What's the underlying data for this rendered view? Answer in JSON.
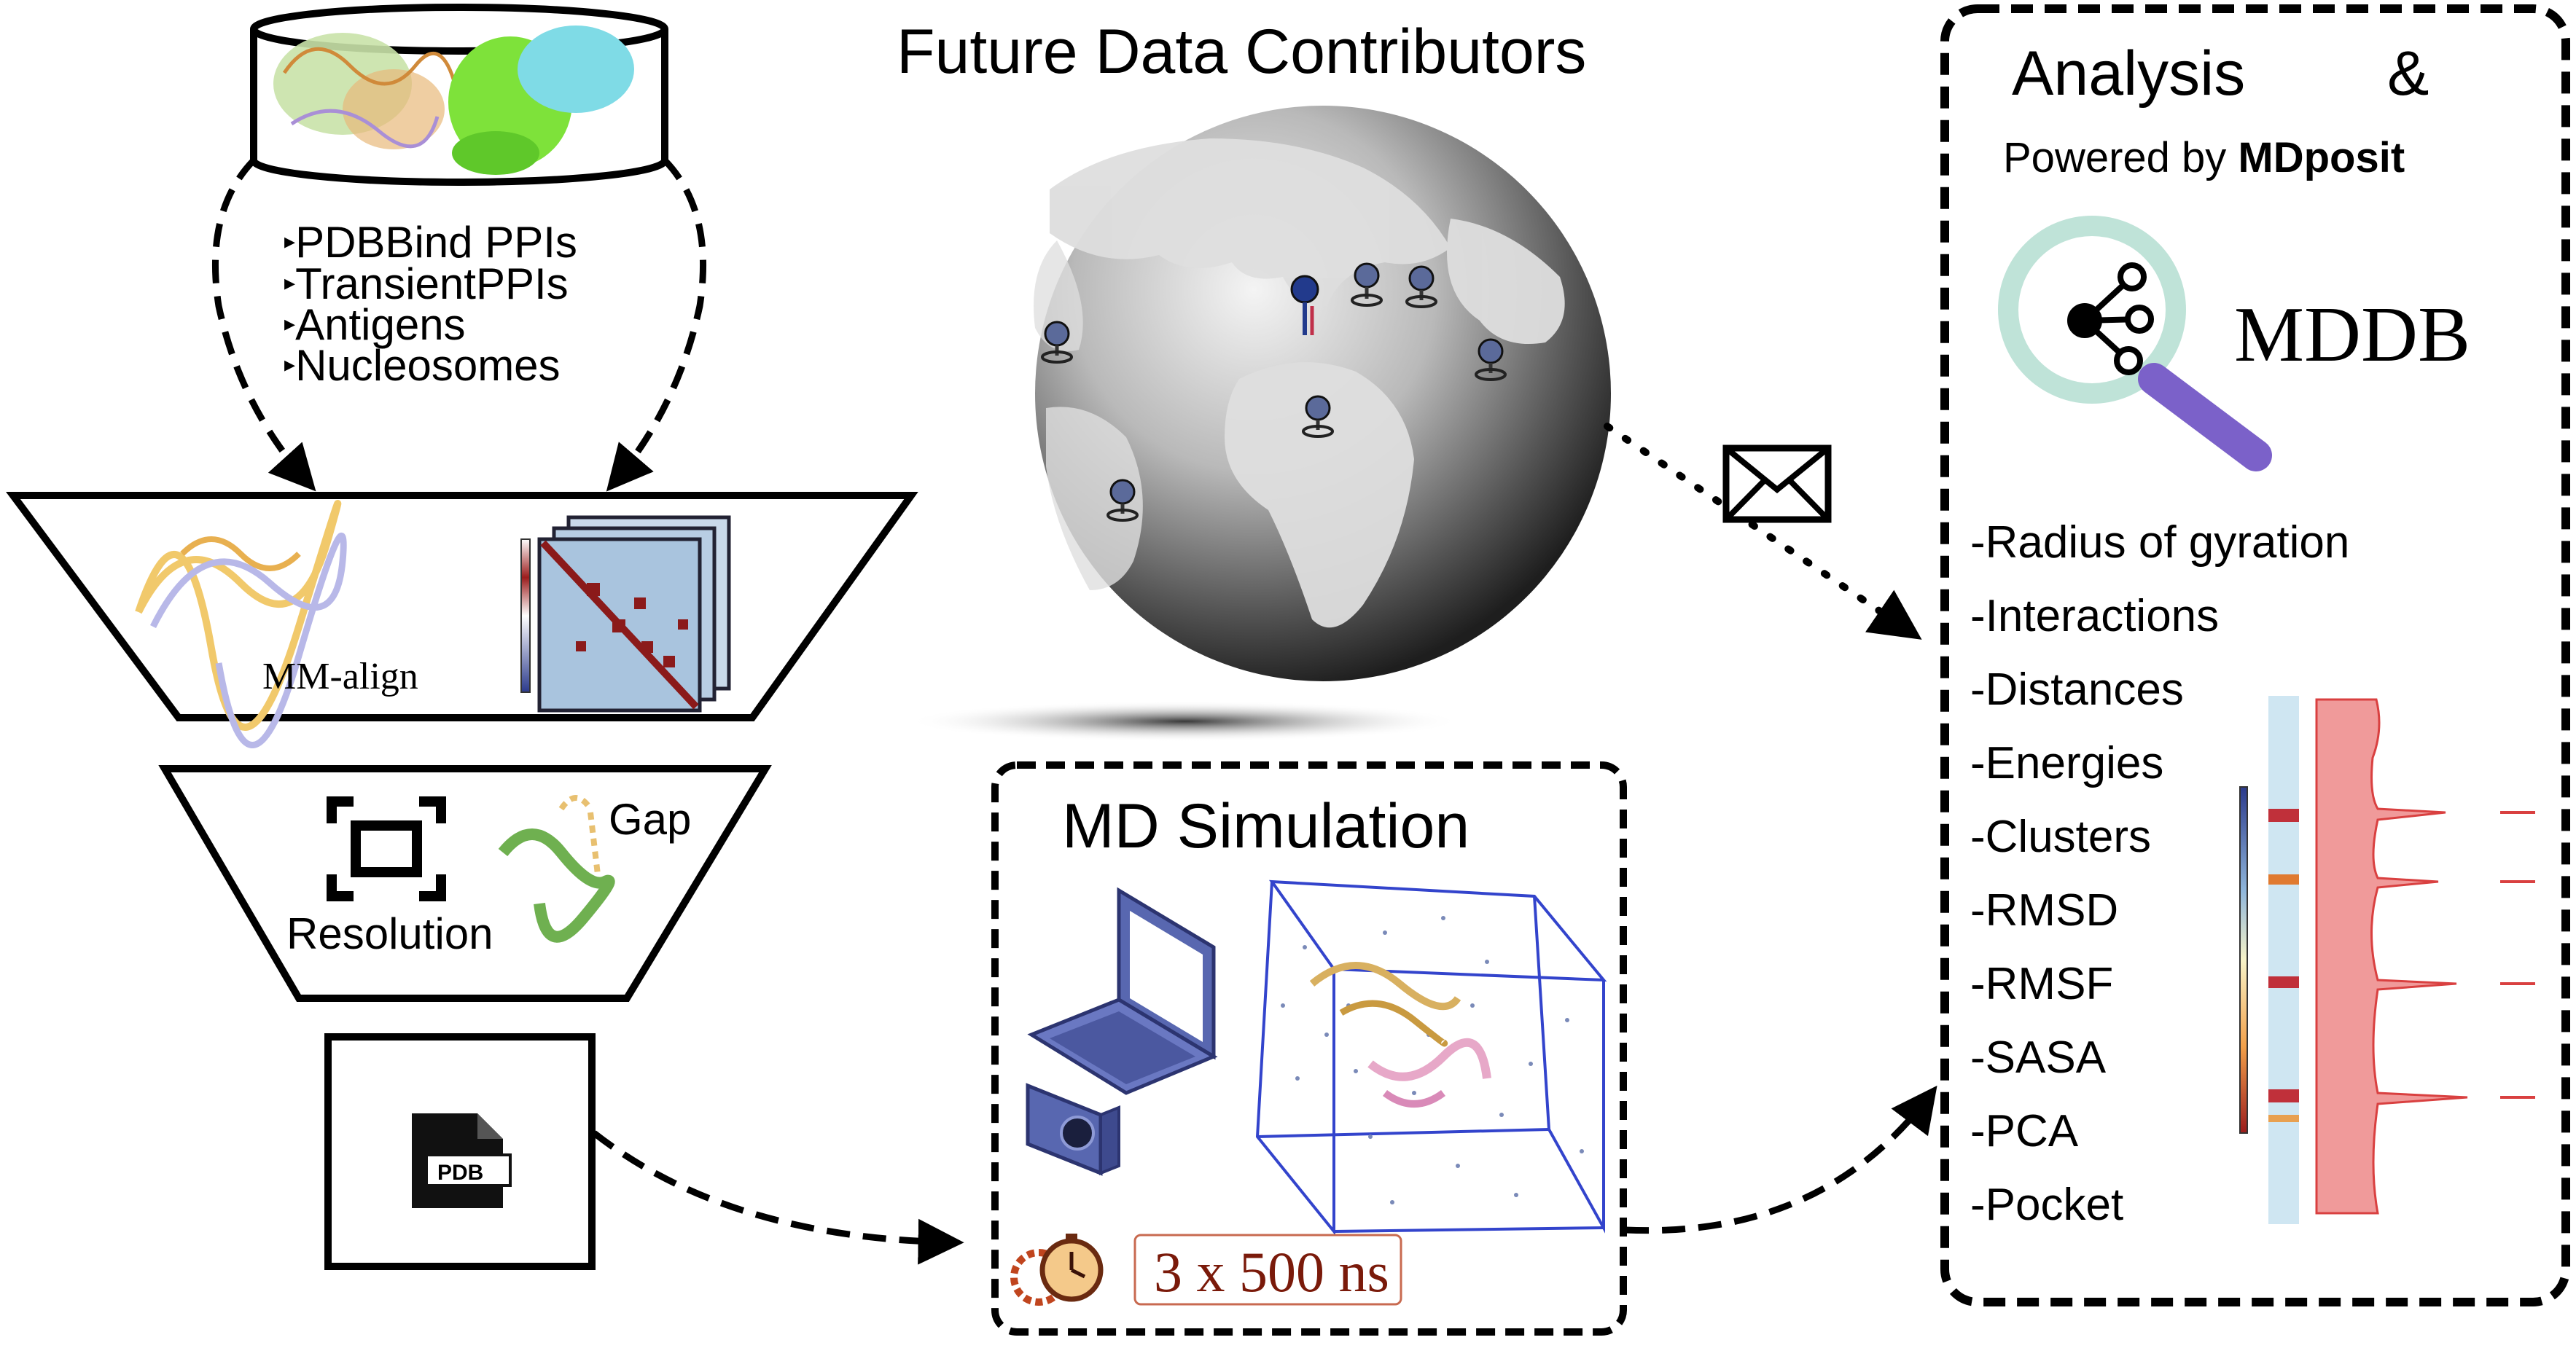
{
  "header": {
    "title": "Future Data Contributors"
  },
  "sources": {
    "items": [
      {
        "label": "PDBBind PPIs"
      },
      {
        "label": "TransientPPIs"
      },
      {
        "label": "Antigens"
      },
      {
        "label": "Nucleosomes"
      }
    ],
    "bullet_glyph": "▸"
  },
  "filter_alignment": {
    "label": "MM-align"
  },
  "filter_quality": {
    "resolution_label": "Resolution",
    "gap_label": "Gap"
  },
  "pdb_file": {
    "label": "PDB"
  },
  "md_simulation": {
    "title": "MD Simulation",
    "duration": "3 x 500 ns"
  },
  "analysis": {
    "title": "Analysis",
    "ampersand": "&",
    "powered_prefix": "Powered by ",
    "powered_brand": "MDposit",
    "logo_text": "MDDB",
    "items": [
      {
        "label": "-Radius of gyration"
      },
      {
        "label": "-Interactions"
      },
      {
        "label": "-Distances"
      },
      {
        "label": "-Energies"
      },
      {
        "label": "-Clusters"
      },
      {
        "label": "-RMSD"
      },
      {
        "label": "-RMSF"
      },
      {
        "label": "-SASA"
      },
      {
        "label": "-PCA"
      },
      {
        "label": "-Pocket"
      }
    ]
  },
  "colors": {
    "stroke": "#000000",
    "timer_text": "#7a1a0a",
    "timer_border": "#c86a50",
    "laptop": "#5867b0",
    "box_blue": "#3344cc",
    "heatmap_dark": "#8b1a1a",
    "heatmap_light": "#9cbcd8",
    "logo_teal": "#bfe3d8",
    "logo_handle": "#7b61c9",
    "rmsf_fill": "#f09a9a",
    "rmsf_line": "#d94040"
  }
}
